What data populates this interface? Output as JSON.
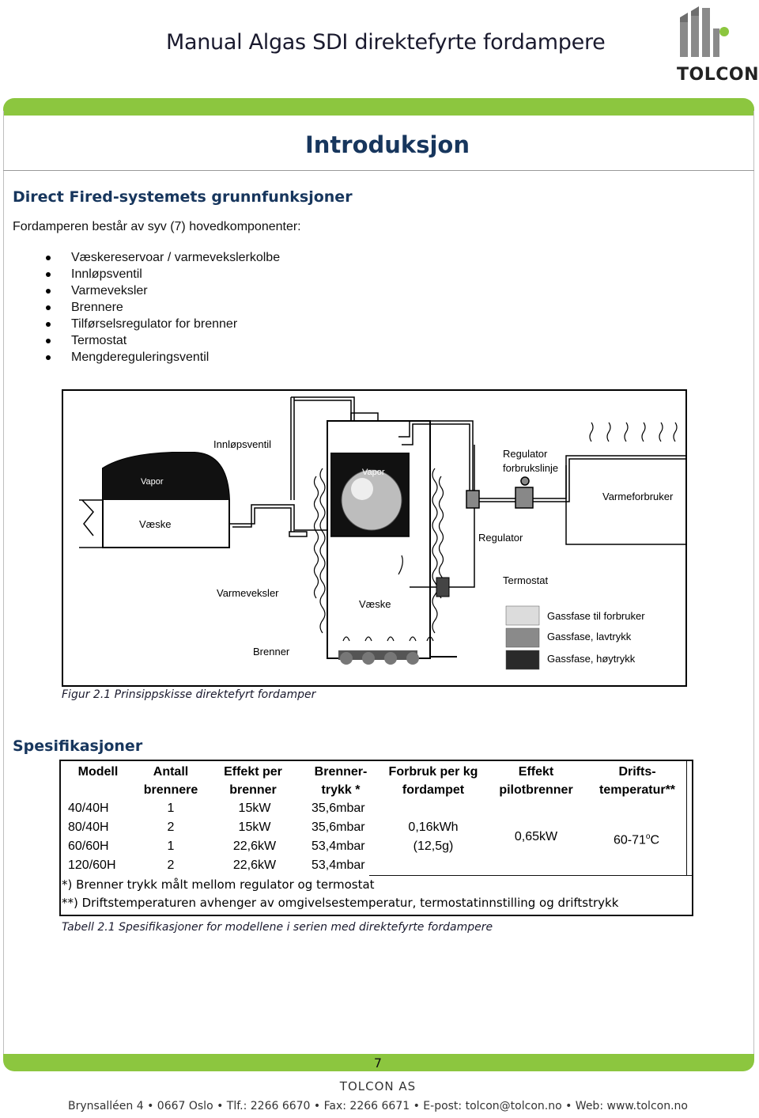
{
  "header": {
    "doc_title": "Manual Algas SDI direktefyrte fordampere",
    "logo_text": "TOLCON"
  },
  "section": {
    "title": "Introduksjon"
  },
  "intro_section": {
    "heading": "Direct Fired-systemets grunnfunksjoner",
    "lead": "Fordamperen består av syv (7) hovedkomponenter:",
    "components": [
      "Væskereservoar / varmevekslerkolbe",
      "Innløpsventil",
      "Varmeveksler",
      "Brennere",
      "Tilførselsregulator for brenner",
      "Termostat",
      "Mengdereguleringsventil"
    ]
  },
  "figure": {
    "labels": {
      "vapor_left": "Vapor",
      "vapor_center": "Vapor",
      "innlopsventil": "Innløpsventil",
      "regulator_forbrukslinje_1": "Regulator",
      "regulator_forbrukslinje_2": "forbrukslinje",
      "varmeforbruker": "Varmeforbruker",
      "vaeske_left": "Væske",
      "regulator": "Regulator",
      "varmeveksler": "Varmeveksler",
      "termostat": "Termostat",
      "vaeske_center": "Væske",
      "brenner": "Brenner"
    },
    "legend": [
      {
        "label": "Gassfase til forbruker",
        "color": "#dcdcdc"
      },
      {
        "label": "Gassfase, lavtrykk",
        "color": "#8a8a8a"
      },
      {
        "label": "Gassfase, høytrykk",
        "color": "#2a2a2a"
      }
    ],
    "caption": "Figur 2.1 Prinsippskisse direktefyrt fordamper"
  },
  "specs": {
    "heading": "Spesifikasjoner",
    "headers": [
      [
        "Modell"
      ],
      [
        "Antall",
        "brennere"
      ],
      [
        "Effekt per",
        "brenner"
      ],
      [
        "Brenner-",
        "trykk *"
      ],
      [
        "Forbruk per kg",
        "fordampet"
      ],
      [
        "Effekt",
        "pilotbrenner"
      ],
      [
        "Drifts-",
        "temperatur**"
      ]
    ],
    "rows": [
      [
        "40/40H",
        "1",
        "15kW",
        "35,6mbar"
      ],
      [
        "80/40H",
        "2",
        "15kW",
        "35,6mbar"
      ],
      [
        "60/60H",
        "1",
        "22,6kW",
        "53,4mbar"
      ],
      [
        "120/60H",
        "2",
        "22,6kW",
        "53,4mbar"
      ]
    ],
    "shared": {
      "forbruk_1": "0,16kWh",
      "forbruk_2": "(12,5g)",
      "effekt_pilot": "0,65kW",
      "temp_base": "60-71",
      "temp_sup": "o",
      "temp_unit": "C"
    },
    "notes": [
      "*) Brenner trykk målt mellom regulator og termostat",
      "**) Driftstemperaturen avhenger av omgivelsestemperatur, termostatinnstilling og driftstrykk"
    ],
    "caption": "Tabell 2.1 Spesifikasjoner for modellene i serien med direktefyrte fordampere"
  },
  "footer": {
    "page_number": "7",
    "company": "TOLCON AS",
    "contact": "Brynsalléen 4 • 0667 Oslo • Tlf.: 2266 6670 • Fax: 2266 6671 • E-post: tolcon@tolcon.no • Web: www.tolcon.no"
  },
  "colors": {
    "accent_green": "#8cc63f",
    "heading_navy": "#17365d"
  }
}
